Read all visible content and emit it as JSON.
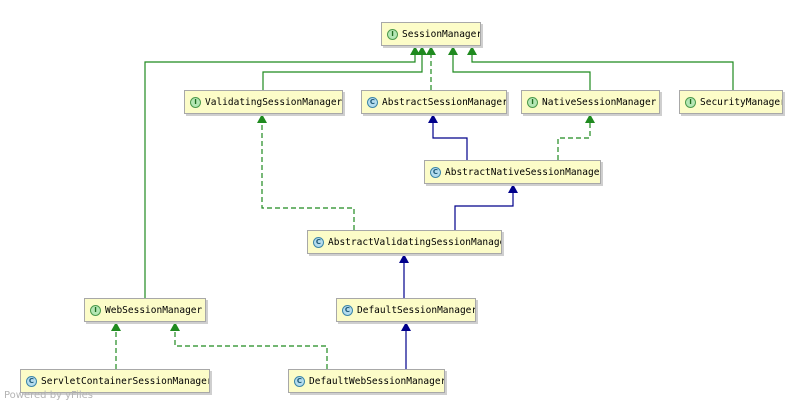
{
  "colors": {
    "node_fill": "#fcfcc8",
    "node_border": "#a8a8a8",
    "extends_edge": "#00008b",
    "implements_edge": "#1f8a1f",
    "interface_badge": "#b4e6b4",
    "class_badge": "#b4dcee"
  },
  "badges": {
    "interface": "I",
    "class": "C"
  },
  "diagram": {
    "nodes": [
      {
        "id": "session-manager",
        "label": "SessionManager",
        "kind": "interface"
      },
      {
        "id": "validating-session-manager",
        "label": "ValidatingSessionManager",
        "kind": "interface"
      },
      {
        "id": "abstract-session-manager",
        "label": "AbstractSessionManager",
        "kind": "class"
      },
      {
        "id": "native-session-manager",
        "label": "NativeSessionManager",
        "kind": "interface"
      },
      {
        "id": "security-manager",
        "label": "SecurityManager",
        "kind": "interface"
      },
      {
        "id": "abstract-native-session-manager",
        "label": "AbstractNativeSessionManager",
        "kind": "class"
      },
      {
        "id": "abstract-validating-session-manager",
        "label": "AbstractValidatingSessionManager",
        "kind": "class"
      },
      {
        "id": "web-session-manager",
        "label": "WebSessionManager",
        "kind": "interface"
      },
      {
        "id": "default-session-manager",
        "label": "DefaultSessionManager",
        "kind": "class"
      },
      {
        "id": "servlet-container-session-manager",
        "label": "ServletContainerSessionManager",
        "kind": "class"
      },
      {
        "id": "default-web-session-manager",
        "label": "DefaultWebSessionManager",
        "kind": "class"
      }
    ],
    "edges": [
      {
        "from": "web-session-manager",
        "to": "session-manager",
        "type": "interface-extends"
      },
      {
        "from": "validating-session-manager",
        "to": "session-manager",
        "type": "interface-extends"
      },
      {
        "from": "abstract-session-manager",
        "to": "session-manager",
        "type": "implements"
      },
      {
        "from": "native-session-manager",
        "to": "session-manager",
        "type": "interface-extends"
      },
      {
        "from": "security-manager",
        "to": "session-manager",
        "type": "interface-extends"
      },
      {
        "from": "abstract-native-session-manager",
        "to": "abstract-session-manager",
        "type": "extends"
      },
      {
        "from": "abstract-native-session-manager",
        "to": "native-session-manager",
        "type": "implements"
      },
      {
        "from": "abstract-validating-session-manager",
        "to": "abstract-native-session-manager",
        "type": "extends"
      },
      {
        "from": "abstract-validating-session-manager",
        "to": "validating-session-manager",
        "type": "implements"
      },
      {
        "from": "default-session-manager",
        "to": "abstract-validating-session-manager",
        "type": "extends"
      },
      {
        "from": "servlet-container-session-manager",
        "to": "web-session-manager",
        "type": "implements"
      },
      {
        "from": "default-web-session-manager",
        "to": "default-session-manager",
        "type": "extends"
      },
      {
        "from": "default-web-session-manager",
        "to": "web-session-manager",
        "type": "implements"
      }
    ]
  },
  "watermark": "Powered by yFiles"
}
